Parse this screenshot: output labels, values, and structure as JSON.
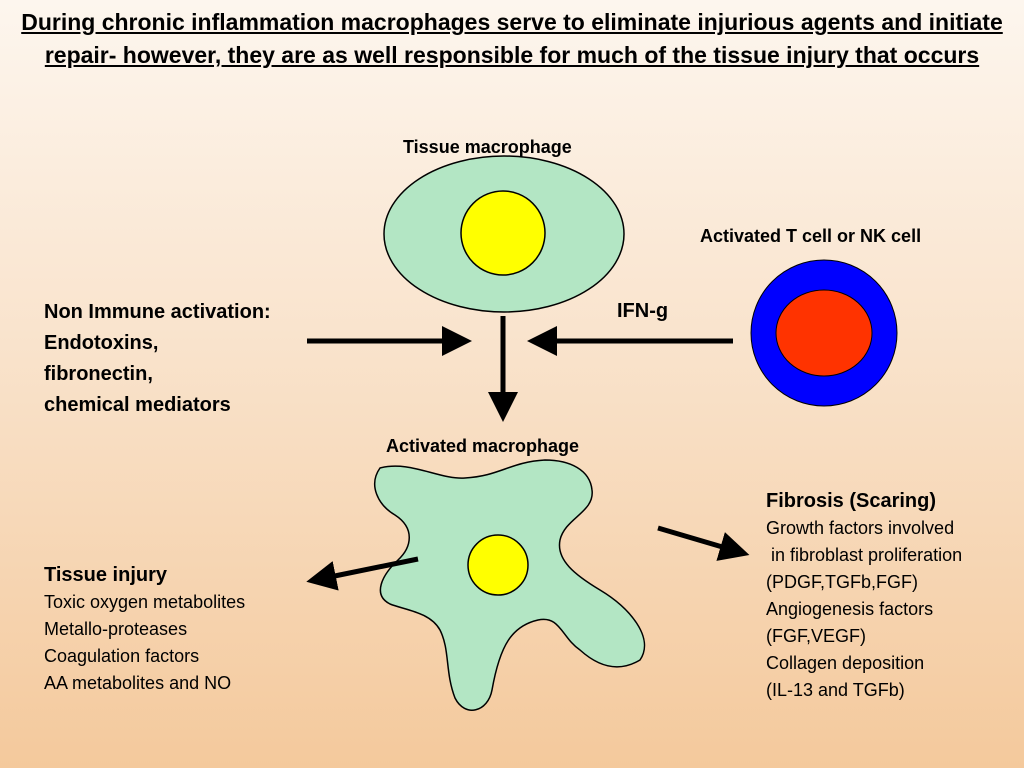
{
  "title": "During chronic inflammation macrophages serve to eliminate injurious agents and initiate repair- however, they are as well responsible for much of the tissue injury that occurs",
  "labels": {
    "tissue_macrophage": "Tissue macrophage",
    "activated_t_cell": "Activated T cell or NK cell",
    "ifn_g": "IFN-g",
    "activated_macrophage": "Activated macrophage"
  },
  "non_immune": {
    "heading": "Non Immune activation:",
    "items": [
      "Endotoxins,",
      "fibronectin,",
      "chemical mediators"
    ]
  },
  "tissue_injury": {
    "heading": "Tissue injury",
    "items": [
      "Toxic oxygen metabolites",
      "Metallo-proteases",
      "Coagulation factors",
      "AA metabolites and NO"
    ]
  },
  "fibrosis": {
    "heading": "Fibrosis (Scaring)",
    "items": [
      "Growth factors involved",
      " in fibroblast proliferation",
      "(PDGF,TGFb,FGF)",
      "Angiogenesis factors",
      "(FGF,VEGF)",
      "Collagen deposition",
      "(IL-13 and TGFb)"
    ]
  },
  "colors": {
    "cell_body": "#b3e6c4",
    "nucleus": "#ffff00",
    "t_cell_outer": "#0000ff",
    "t_cell_inner": "#ff3300",
    "arrow": "#000000"
  }
}
